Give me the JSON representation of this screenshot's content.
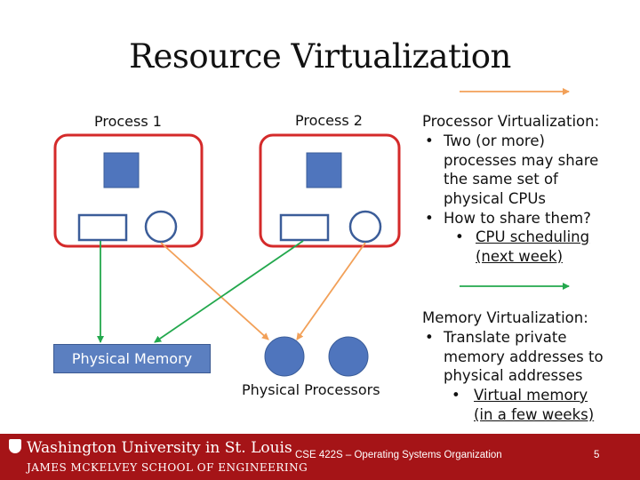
{
  "title": "Resource Virtualization",
  "process1": {
    "label": "Process 1"
  },
  "process2": {
    "label": "Process 2"
  },
  "cpu_section": {
    "heading": "Processor Virtualization:",
    "bullet1": [
      "Two (or more)",
      "processes may share",
      "the same set of",
      "physical CPUs"
    ],
    "bullet2": "How to share them?",
    "sub_bullet": [
      "CPU scheduling",
      "(next week)"
    ]
  },
  "mem_section": {
    "heading": "Memory Virtualization:",
    "bullet1": [
      "Translate private",
      "memory addresses to",
      "physical addresses"
    ],
    "sub_bullet": [
      "Virtual memory",
      "(in a few weeks)"
    ]
  },
  "physical_memory": "Physical Memory",
  "physical_processors": "Physical Processors",
  "footer": {
    "logo_main": "Washington University in St. Louis",
    "logo_sub": "JAMES MCKELVEY SCHOOL OF ENGINEERING",
    "course": "CSE 422S – Operating Systems Organization",
    "page": "5"
  },
  "colors": {
    "process_border": "#d42a2a",
    "shape_fill": "#4f75bd",
    "cpu_arrow": "#f2a058",
    "memory_arrow": "#23a84d",
    "footer_bg": "#a51417"
  }
}
